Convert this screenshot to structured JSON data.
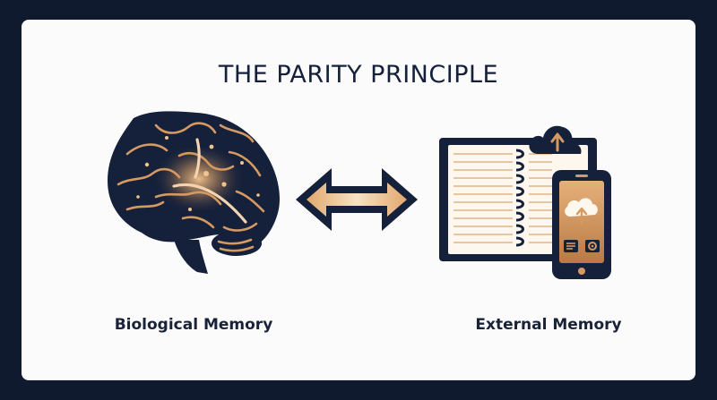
{
  "diagram": {
    "title": "THE PARITY PRINCIPLE",
    "left_label": "Biological Memory",
    "right_label": "External Memory",
    "relation": "bidirectional-arrow"
  },
  "icons": {
    "left": "brain-icon",
    "center": "double-arrow-icon",
    "right": "notebook-and-phone-icon",
    "cloud": "cloud-upload-icon"
  },
  "colors": {
    "background": "#0f1a2e",
    "card": "#fbfbfc",
    "navy": "#15203a",
    "accent": "#d59a62"
  }
}
